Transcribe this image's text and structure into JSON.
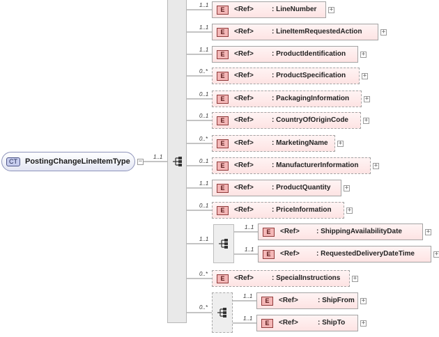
{
  "root": {
    "badge": "CT",
    "name": "PostingChangeLineItemType",
    "occurrence": "1..1"
  },
  "ref_label": "<Ref>",
  "expand_glyph": "+",
  "collapse_glyph": "−",
  "elements": [
    {
      "name": "LineNumber",
      "occurrence": "1..1",
      "optional": false
    },
    {
      "name": "LineItemRequestedAction",
      "occurrence": "1..1",
      "optional": false
    },
    {
      "name": "ProductIdentification",
      "occurrence": "1..1",
      "optional": false
    },
    {
      "name": "ProductSpecification",
      "occurrence": "0..*",
      "optional": true
    },
    {
      "name": "PackagingInformation",
      "occurrence": "0..1",
      "optional": true
    },
    {
      "name": "CountryOfOriginCode",
      "occurrence": "0..1",
      "optional": true
    },
    {
      "name": "MarketingName",
      "occurrence": "0..*",
      "optional": true
    },
    {
      "name": "ManufacturerInformation",
      "occurrence": "0..1",
      "optional": true
    },
    {
      "name": "ProductQuantity",
      "occurrence": "1..1",
      "optional": false
    },
    {
      "name": "PriceInformation",
      "occurrence": "0..1",
      "optional": true
    }
  ],
  "delivery_sequence": {
    "occurrence": "1..1",
    "elements": [
      {
        "name": "ShippingAvailabilityDate",
        "occurrence": "1..1"
      },
      {
        "name": "RequestedDeliveryDateTime",
        "occurrence": "1..1"
      }
    ]
  },
  "special_instructions": {
    "name": "SpecialInstructions",
    "occurrence": "0..*",
    "optional": true
  },
  "party_sequence": {
    "occurrence": "0..*",
    "elements": [
      {
        "name": "ShipFrom",
        "occurrence": "1..1"
      },
      {
        "name": "ShipTo",
        "occurrence": "1..1"
      }
    ]
  }
}
